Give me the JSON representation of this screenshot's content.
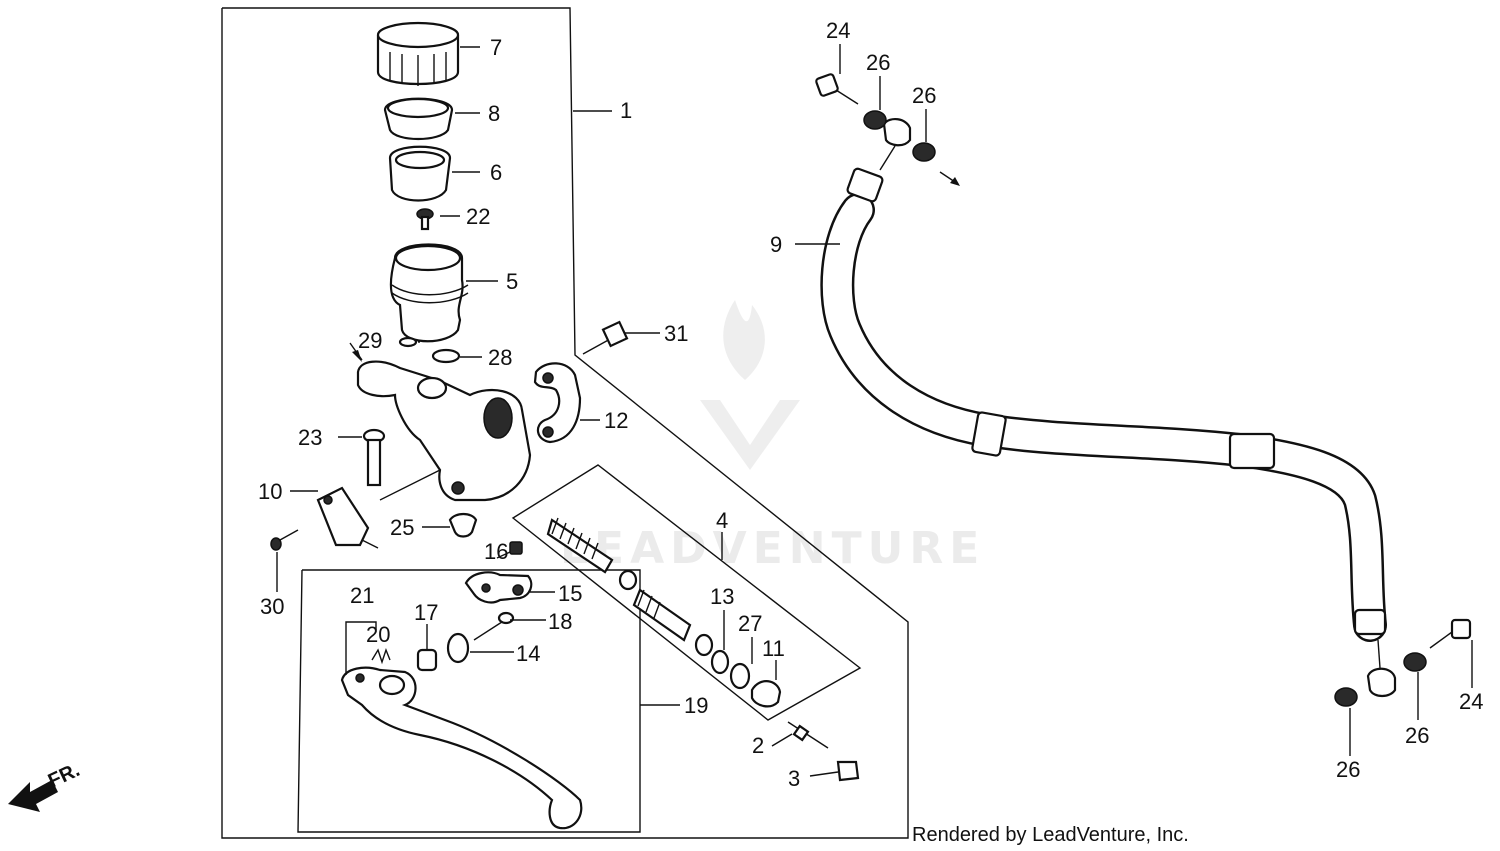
{
  "diagram": {
    "callouts": [
      "1",
      "2",
      "3",
      "4",
      "5",
      "6",
      "7",
      "8",
      "9",
      "10",
      "11",
      "12",
      "13",
      "14",
      "15",
      "16",
      "17",
      "18",
      "19",
      "20",
      "21",
      "22",
      "23",
      "24",
      "24",
      "25",
      "26",
      "26",
      "26",
      "26",
      "27",
      "28",
      "29",
      "30",
      "31"
    ],
    "direction_marker": "FR.",
    "watermark": "LEADVENTURE",
    "credit": "Rendered by LeadVenture, Inc."
  }
}
